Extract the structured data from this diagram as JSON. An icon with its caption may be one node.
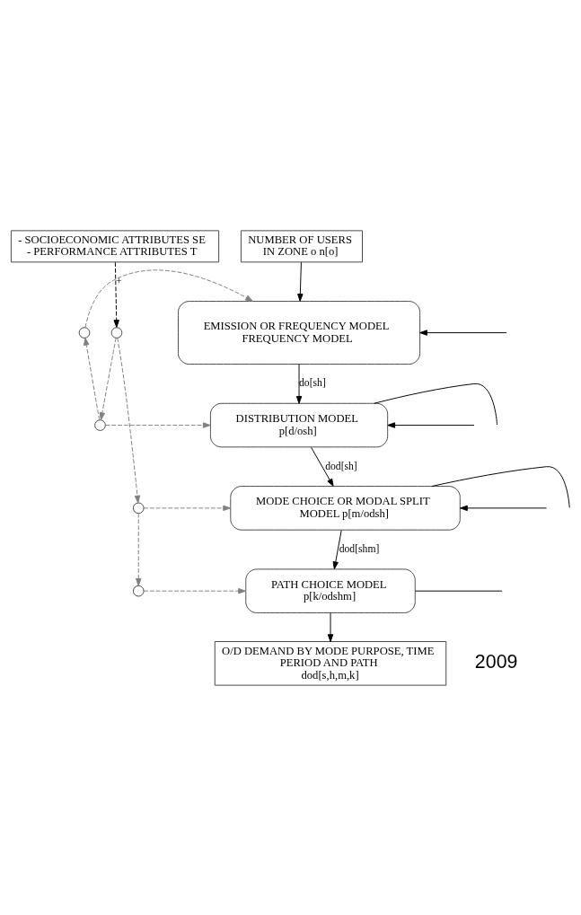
{
  "diagram": {
    "nodes": [
      {
        "text": [
          "- SOCIOECONOMIC ATTRIBUTES SE",
          "- PERFORMANCE ATTRIBUTES T"
        ]
      },
      {
        "text": [
          "NUMBER OF USERS IN ZONE o n[o]"
        ]
      },
      {
        "text": [
          "EMISSION OR FREQUENCY MODEL",
          "FREQUENCY MODEL"
        ]
      },
      {
        "text": [
          "DISTRIBUTION MODEL",
          "p[d/osh]"
        ]
      },
      {
        "text": [
          "MODE CHOICE OR MODAL SPLIT MODEL p[m/odsh]"
        ]
      },
      {
        "text": [
          "PATH CHOICE MODEL",
          "p[k/odshm]"
        ]
      },
      {
        "text": [
          "O/D DEMAND BY MODE PURPOSE, TIME PERIOD AND PATH",
          "dod[s,h,m,k]"
        ]
      },
      {
        "text": [],
        "shape": "circle"
      },
      {
        "text": [],
        "shape": "circle"
      },
      {
        "text": [],
        "shape": "circle"
      },
      {
        "text": [],
        "shape": "circle"
      },
      {
        "text": [],
        "shape": "circle"
      }
    ],
    "edges": [
      {
        "from": 1,
        "to": 2,
        "arrow": "to"
      },
      {
        "from": 2,
        "to": 3,
        "arrow": "to",
        "label": "do[sh]"
      },
      {
        "from": 3,
        "to": 4,
        "arrow": "to",
        "label": "dod[sh]"
      },
      {
        "from": 4,
        "to": 5,
        "arrow": "to",
        "label": "dod[shm]"
      },
      {
        "from": 5,
        "to": 6,
        "arrow": "to"
      },
      {
        "from": 0,
        "to": 9,
        "arrow": "to",
        "style": "dashed",
        "label": "+"
      },
      {
        "from": 9,
        "to": 8,
        "arrow": "to",
        "style": "dashed",
        "color": "#808080"
      },
      {
        "from": 8,
        "to": 7,
        "arrow": "to",
        "style": "dashed",
        "color": "#808080"
      },
      {
        "from": 9,
        "to": 10,
        "arrow": "to",
        "style": "dashed",
        "color": "#808080"
      },
      {
        "from": 10,
        "to": 11,
        "arrow": "to",
        "style": "dashed",
        "color": "#808080"
      },
      {
        "from": 7,
        "to": 2,
        "arrow": "to",
        "style": "dashed",
        "color": "#808080"
      },
      {
        "from": 8,
        "to": 3,
        "arrow": "to",
        "style": "dashed",
        "color": "#808080"
      },
      {
        "from": 10,
        "to": 4,
        "arrow": "to",
        "style": "dashed",
        "color": "#808080"
      },
      {
        "from": 11,
        "to": 5,
        "arrow": "to",
        "style": "dashed",
        "color": "#808080"
      },
      {
        "from": null,
        "to": 2,
        "arrow": "to"
      },
      {
        "from": 3,
        "to": null,
        "arrow": "none"
      },
      {
        "from": null,
        "to": 3,
        "arrow": "to"
      },
      {
        "from": 4,
        "to": null,
        "arrow": "none"
      },
      {
        "from": null,
        "to": 4,
        "arrow": "to"
      },
      {
        "from": 5,
        "to": null,
        "arrow": "none"
      }
    ],
    "labels": [
      "2009"
    ]
  }
}
